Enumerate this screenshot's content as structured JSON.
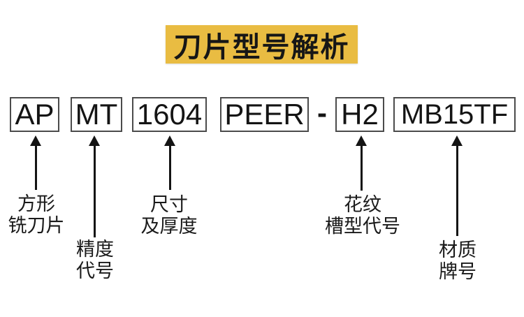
{
  "title": "刀片型号解析",
  "model_code": {
    "separator": "-",
    "parts": [
      {
        "code": "AP",
        "meaning_line1": "方形",
        "meaning_line2": "铣刀片"
      },
      {
        "code": "MT",
        "meaning_line1": "精度",
        "meaning_line2": "代号"
      },
      {
        "code": "1604",
        "meaning_line1": "尺寸",
        "meaning_line2": "及厚度"
      },
      {
        "code": "PEER"
      },
      {
        "code": "H2",
        "meaning_line1": "花纹",
        "meaning_line2": "槽型代号"
      },
      {
        "code": "MB15TF",
        "meaning_line1": "材质",
        "meaning_line2": "牌号"
      }
    ]
  },
  "colors": {
    "title_background": "#E9BC42",
    "ink": "#141414",
    "box_border": "#4B4B4B",
    "page_background": "#FFFFFF"
  }
}
